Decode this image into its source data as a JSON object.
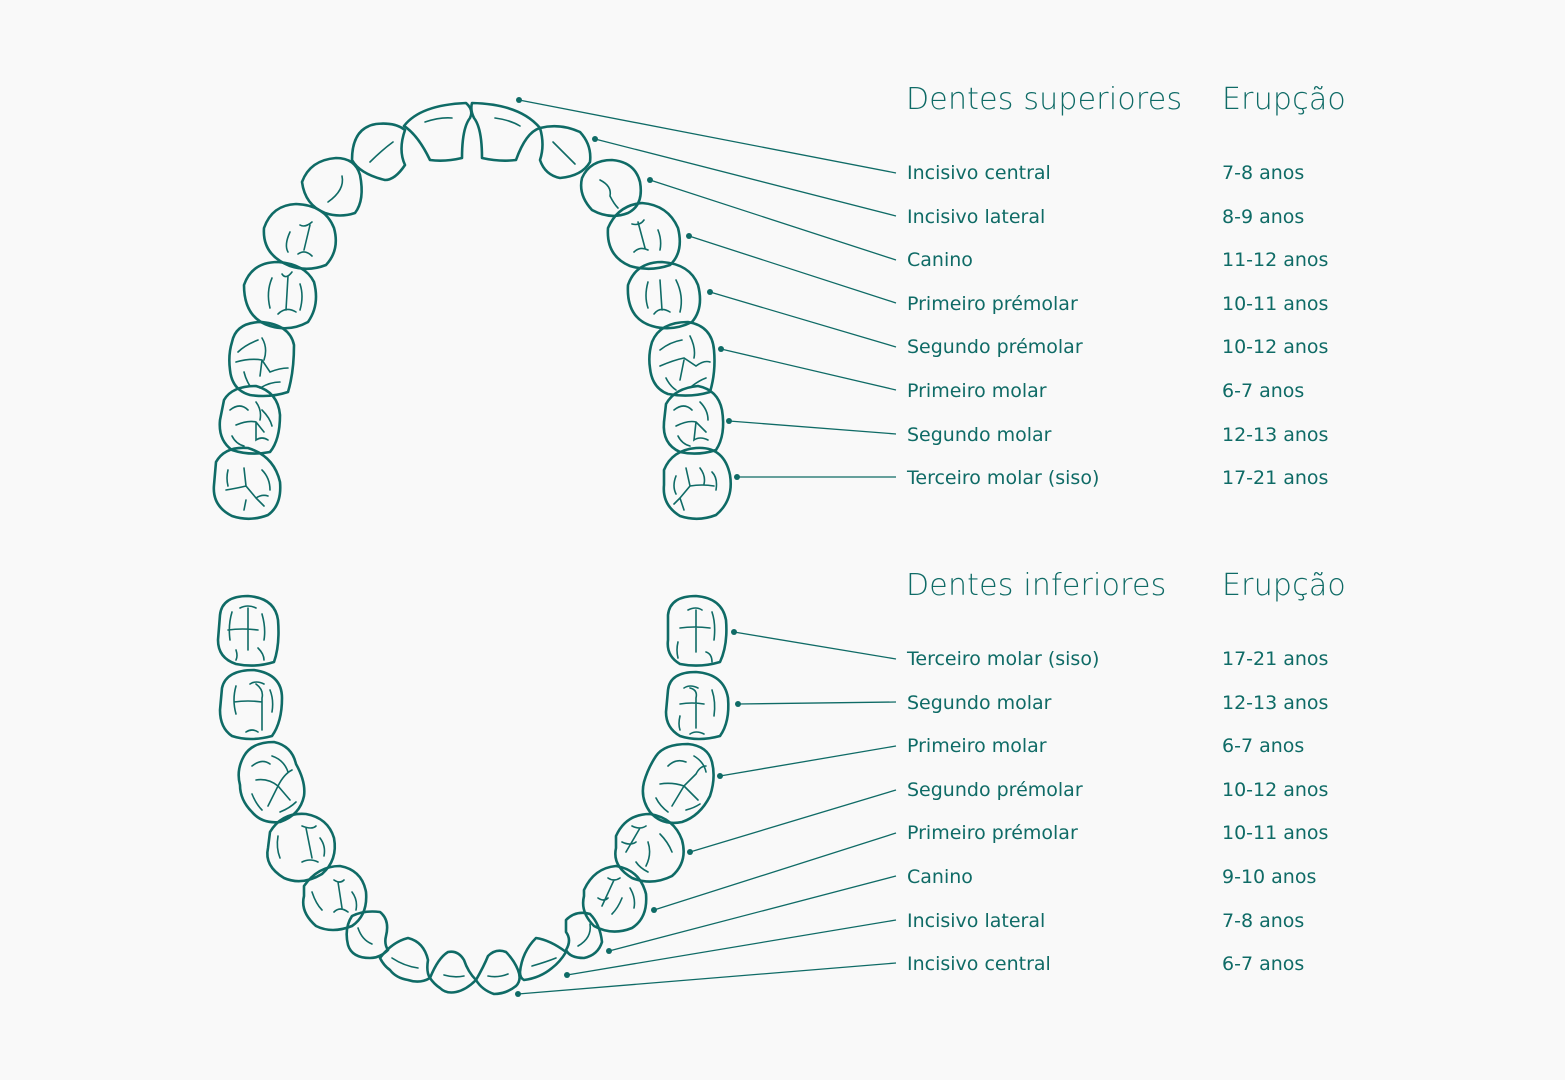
{
  "colors": {
    "accent": "#0f6b66",
    "background": "#f9f9f9"
  },
  "upper": {
    "title": "Dentes superiores",
    "eruption_header": "Erupção",
    "teeth": [
      {
        "name": "Incisivo central",
        "eruption": "7-8 anos"
      },
      {
        "name": "Incisivo lateral",
        "eruption": "8-9 anos"
      },
      {
        "name": "Canino",
        "eruption": "11-12 anos"
      },
      {
        "name": "Primeiro prémolar",
        "eruption": "10-11 anos"
      },
      {
        "name": "Segundo prémolar",
        "eruption": "10-12 anos"
      },
      {
        "name": "Primeiro molar",
        "eruption": "6-7 anos"
      },
      {
        "name": "Segundo molar",
        "eruption": "12-13 anos"
      },
      {
        "name": "Terceiro molar (siso)",
        "eruption": "17-21 anos"
      }
    ]
  },
  "lower": {
    "title": "Dentes inferiores",
    "eruption_header": "Erupção",
    "teeth": [
      {
        "name": "Terceiro molar (siso)",
        "eruption": "17-21 anos"
      },
      {
        "name": "Segundo molar",
        "eruption": "12-13 anos"
      },
      {
        "name": "Primeiro molar",
        "eruption": "6-7 anos"
      },
      {
        "name": "Segundo prémolar",
        "eruption": "10-12 anos"
      },
      {
        "name": "Primeiro prémolar",
        "eruption": "10-11 anos"
      },
      {
        "name": "Canino",
        "eruption": "9-10 anos"
      },
      {
        "name": "Incisivo lateral",
        "eruption": "7-8 anos"
      },
      {
        "name": "Incisivo central",
        "eruption": "6-7 anos"
      }
    ]
  }
}
